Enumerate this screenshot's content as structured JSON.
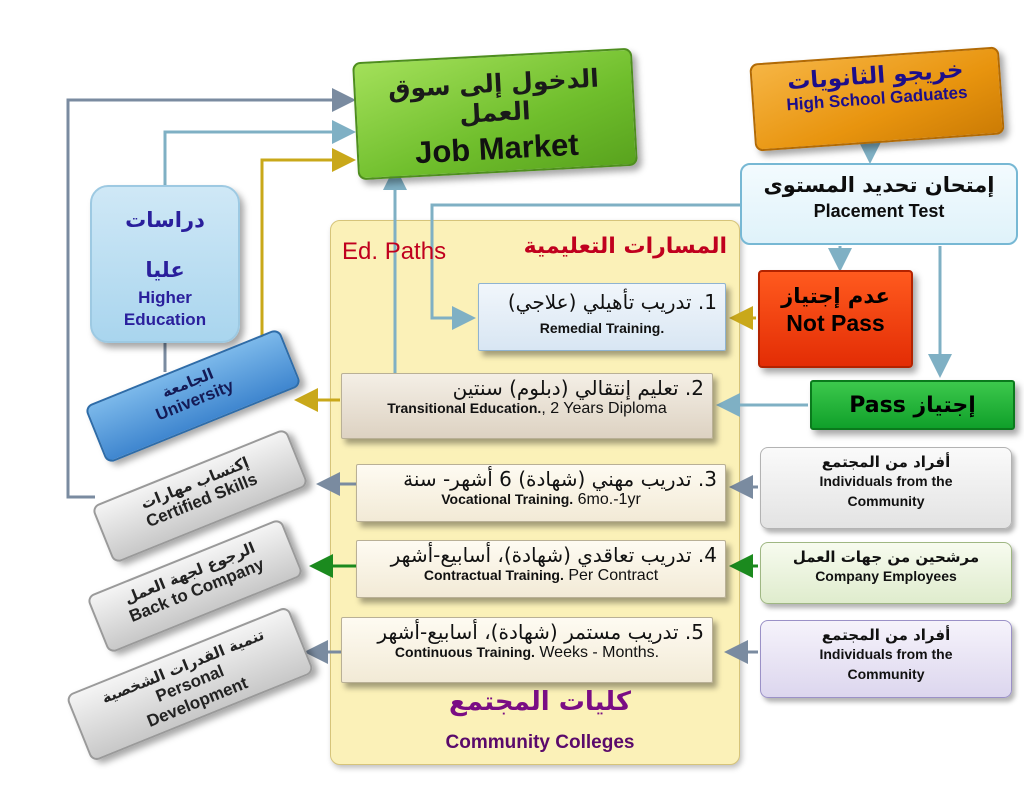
{
  "job_market": {
    "ar": "الدخول إلى سوق العمل",
    "en": "Job Market"
  },
  "high_school": {
    "ar": "خريجو الثانويات",
    "en": "High School Gaduates"
  },
  "placement": {
    "ar": "إمتحان تحديد المستوى",
    "en": "Placement Test"
  },
  "not_pass": {
    "ar": "عدم إجتياز",
    "en": "Not Pass"
  },
  "pass": {
    "label": "إجتياز Pass"
  },
  "higher_ed": {
    "ar_line1": "دراسات",
    "ar_line2": "عليا",
    "en_line1": "Higher",
    "en_line2": "Education"
  },
  "ed_paths": {
    "en": "Ed. Paths",
    "ar": "المسارات التعليمية"
  },
  "paths": [
    {
      "ar": "1. تدريب تأهيلي (علاجي)",
      "en_bold": "Remedial Training.",
      "en_rest": ""
    },
    {
      "ar": "2. تعليم إنتقالي (دبلوم) سنتين",
      "en_bold": "Transitional Education.",
      "en_rest": ", 2 Years Diploma"
    },
    {
      "ar": "3. تدريب مهني (شهادة) 6 أشهر- سنة",
      "en_bold": "Vocational Training.",
      "en_rest": " 6mo.-1yr"
    },
    {
      "ar": "4. تدريب تعاقدي (شهادة)، أسابيع-أشهر",
      "en_bold": "Contractual Training.",
      "en_rest": " Per Contract"
    },
    {
      "ar": "5. تدريب مستمر (شهادة)، أسابيع-أشهر",
      "en_bold": "Continuous Training.",
      "en_rest": " Weeks - Months."
    }
  ],
  "outcomes": {
    "university": {
      "ar": "الجامعة",
      "en": "University"
    },
    "certified": {
      "ar": "إكتساب مهارات",
      "en": "Certified Skills"
    },
    "back_company": {
      "ar": "الرجوع لجهة العمل",
      "en": "Back to Company"
    },
    "personal": {
      "ar": "تنمية القدرات الشخصية",
      "en_line1": "Personal",
      "en_line2": "Development"
    }
  },
  "sources": {
    "individuals_1": {
      "ar": "أفراد من المجتمع",
      "en_line1": "Individuals from the",
      "en_line2": "Community"
    },
    "employees": {
      "ar": "مرشحين من جهات العمل",
      "en": "Company Employees"
    },
    "individuals_2": {
      "ar": "أفراد من المجتمع",
      "en_line1": "Individuals from the",
      "en_line2": "Community"
    }
  },
  "community_colleges": {
    "ar": "كليات المجتمع",
    "en": "Community Colleges"
  },
  "colors": {
    "arrow_blue": "#7fb0c4",
    "arrow_gray": "#7a8ba0",
    "arrow_yellow": "#c9a81a",
    "arrow_green": "#1b8a1e"
  }
}
